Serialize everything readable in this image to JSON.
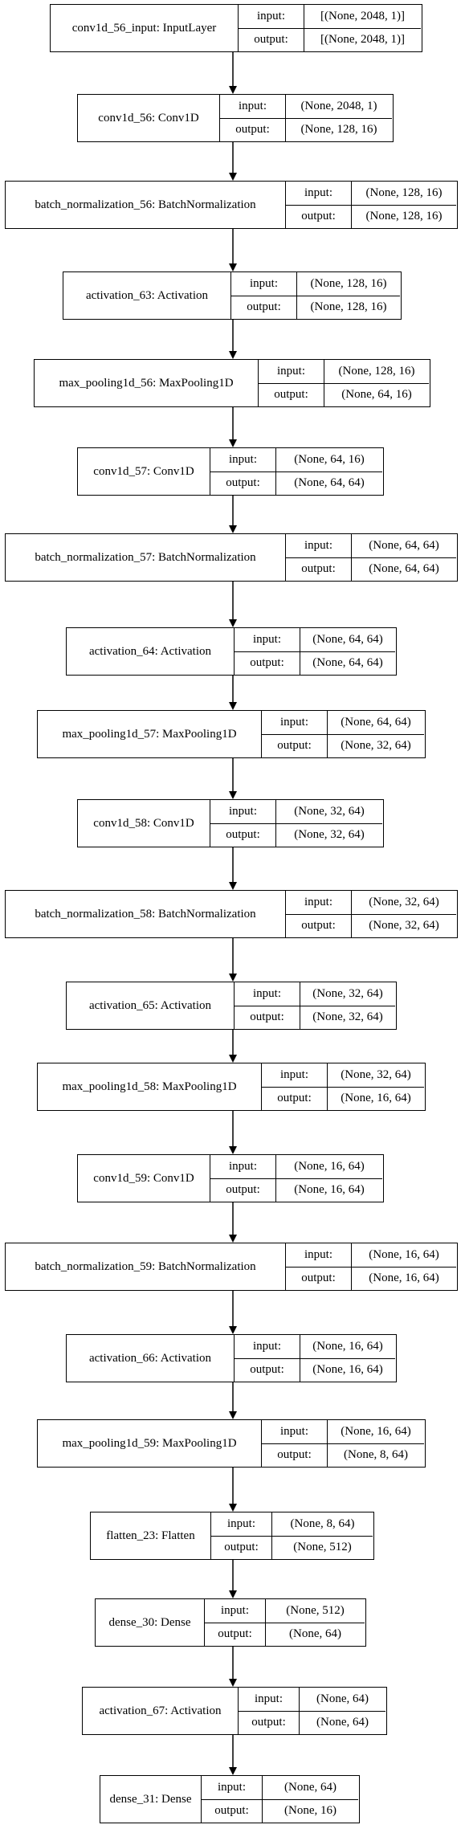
{
  "labels": {
    "input": "input:",
    "output": "output:"
  },
  "layers": [
    {
      "name": "conv1d_56_input: InputLayer",
      "input": "[(None, 2048, 1)]",
      "output": "[(None, 2048, 1)]"
    },
    {
      "name": "conv1d_56: Conv1D",
      "input": "(None, 2048, 1)",
      "output": "(None, 128, 16)"
    },
    {
      "name": "batch_normalization_56: BatchNormalization",
      "input": "(None, 128, 16)",
      "output": "(None, 128, 16)"
    },
    {
      "name": "activation_63: Activation",
      "input": "(None, 128, 16)",
      "output": "(None, 128, 16)"
    },
    {
      "name": "max_pooling1d_56: MaxPooling1D",
      "input": "(None, 128, 16)",
      "output": "(None, 64, 16)"
    },
    {
      "name": "conv1d_57: Conv1D",
      "input": "(None, 64, 16)",
      "output": "(None, 64, 64)"
    },
    {
      "name": "batch_normalization_57: BatchNormalization",
      "input": "(None, 64, 64)",
      "output": "(None, 64, 64)"
    },
    {
      "name": "activation_64: Activation",
      "input": "(None, 64, 64)",
      "output": "(None, 64, 64)"
    },
    {
      "name": "max_pooling1d_57: MaxPooling1D",
      "input": "(None, 64, 64)",
      "output": "(None, 32, 64)"
    },
    {
      "name": "conv1d_58: Conv1D",
      "input": "(None, 32, 64)",
      "output": "(None, 32, 64)"
    },
    {
      "name": "batch_normalization_58: BatchNormalization",
      "input": "(None, 32, 64)",
      "output": "(None, 32, 64)"
    },
    {
      "name": "activation_65: Activation",
      "input": "(None, 32, 64)",
      "output": "(None, 32, 64)"
    },
    {
      "name": "max_pooling1d_58: MaxPooling1D",
      "input": "(None, 32, 64)",
      "output": "(None, 16, 64)"
    },
    {
      "name": "conv1d_59: Conv1D",
      "input": "(None, 16, 64)",
      "output": "(None, 16, 64)"
    },
    {
      "name": "batch_normalization_59: BatchNormalization",
      "input": "(None, 16, 64)",
      "output": "(None, 16, 64)"
    },
    {
      "name": "activation_66: Activation",
      "input": "(None, 16, 64)",
      "output": "(None, 16, 64)"
    },
    {
      "name": "max_pooling1d_59: MaxPooling1D",
      "input": "(None, 16, 64)",
      "output": "(None, 8, 64)"
    },
    {
      "name": "flatten_23: Flatten",
      "input": "(None, 8, 64)",
      "output": "(None, 512)"
    },
    {
      "name": "dense_30: Dense",
      "input": "(None, 512)",
      "output": "(None, 64)"
    },
    {
      "name": "activation_67: Activation",
      "input": "(None, 64)",
      "output": "(None, 64)"
    },
    {
      "name": "dense_31: Dense",
      "input": "(None, 64)",
      "output": "(None, 16)"
    }
  ]
}
